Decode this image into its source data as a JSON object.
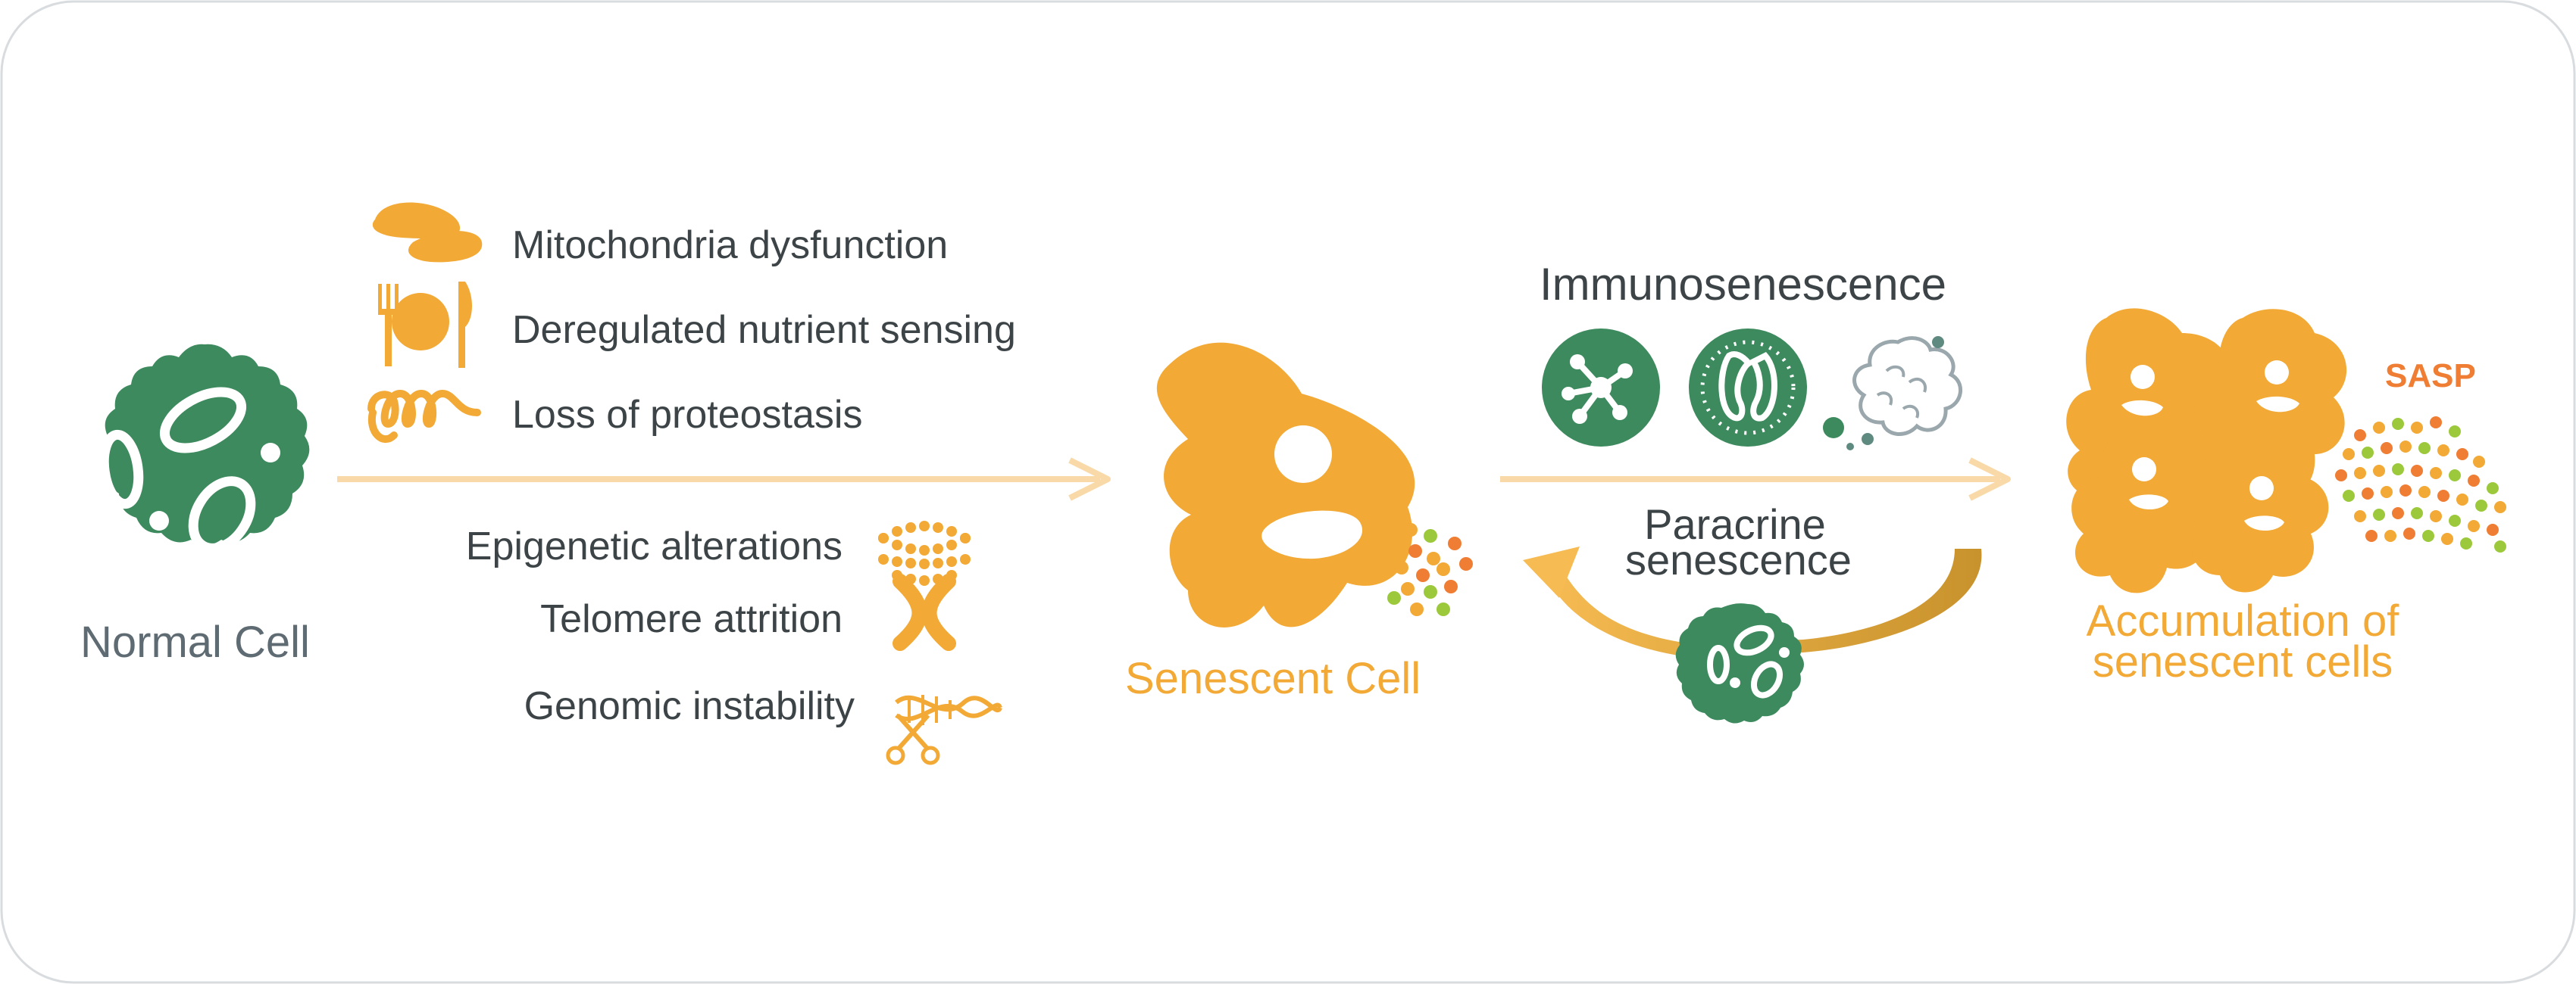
{
  "normal_cell": {
    "label": "Normal Cell"
  },
  "causes_top": [
    {
      "label": "Mitochondria dysfunction",
      "icon": "mitochondria-icon"
    },
    {
      "label": "Deregulated nutrient sensing",
      "icon": "nutrient-plate-icon"
    },
    {
      "label": "Loss of proteostasis",
      "icon": "protein-coil-icon"
    }
  ],
  "causes_bottom": [
    {
      "label": "Epigenetic alterations",
      "icon": "epigenetic-dna-icon"
    },
    {
      "label": "Telomere attrition",
      "icon": "chromosome-icon"
    },
    {
      "label": "Genomic instability",
      "icon": "dna-scissors-icon"
    }
  ],
  "senescent_cell": {
    "label": "Senescent Cell"
  },
  "immunosenescence": {
    "label": "Immunosenescence",
    "icons": [
      "t-cell-icon",
      "granulocyte-icon",
      "macrophage-icon"
    ]
  },
  "paracrine": {
    "label_line1": "Paracrine",
    "label_line2": "senescence"
  },
  "accumulation": {
    "label_line1": "Accumulation of",
    "label_line2": "senescent cells"
  },
  "sasp": {
    "label": "SASP"
  },
  "colors": {
    "green": "#3d8a5e",
    "gold": "#f2a935",
    "arrow": "#f9d9a8",
    "sasp_orange": "#ef7d33",
    "sasp_lime": "#9cc93b",
    "text_dark": "#3d4447",
    "text_slate": "#5f6b72"
  }
}
